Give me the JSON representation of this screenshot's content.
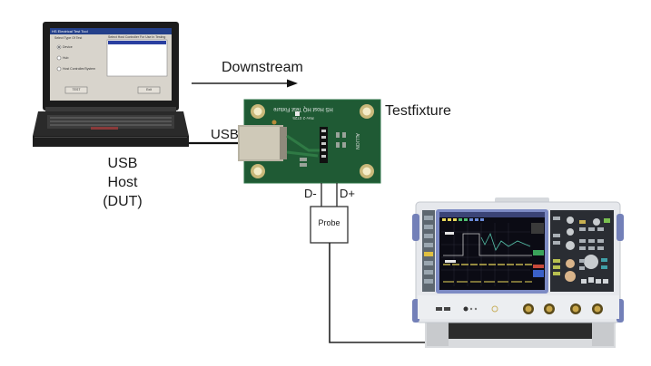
{
  "diagram": {
    "title": "USB host electrical test setup",
    "labels": {
      "downstream": "Downstream",
      "testfixture": "Testfixture",
      "usb_cable": "USB",
      "host_line1": "USB",
      "host_line2": "Host",
      "host_line3": "(DUT)",
      "d_minus": "D-",
      "d_plus": "D+",
      "probe": "Probe"
    },
    "laptop_screen": {
      "window_title": "HS Electrical Test Tool",
      "left_group_label": "Select Type Of Test",
      "radio_options": [
        "Device",
        "Hub",
        "Host Controller/System"
      ],
      "selected_radio": "Device",
      "right_group_label": "Select Host Controller For Use In Testing",
      "list_selected_item": "Host Controller",
      "buttons": [
        "TEST",
        "Exit"
      ]
    },
    "fixture_board": {
      "silkscreen_title": "HS Host HQ Test Fixture",
      "silkscreen_rev": "Rev-2 0725",
      "brand": "ALLION"
    },
    "colors": {
      "pcb_green": "#1f5a34",
      "line": "#222222",
      "probe_box_border": "#333333",
      "scope_body": "#e6e8ec",
      "scope_screen": "#0b0b14",
      "scope_trace_yellow": "#e8d75a"
    }
  }
}
